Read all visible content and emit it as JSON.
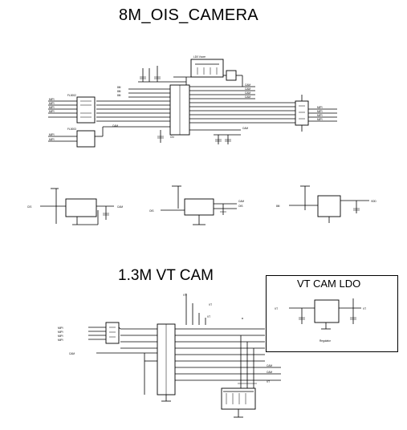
{
  "titles": {
    "main": "8M_OIS_CAMERA",
    "vt_cam": "1.3M VT CAM",
    "vt_ldo": "VT CAM LDO"
  },
  "colors": {
    "ink": "#000000",
    "background": "#ffffff"
  }
}
